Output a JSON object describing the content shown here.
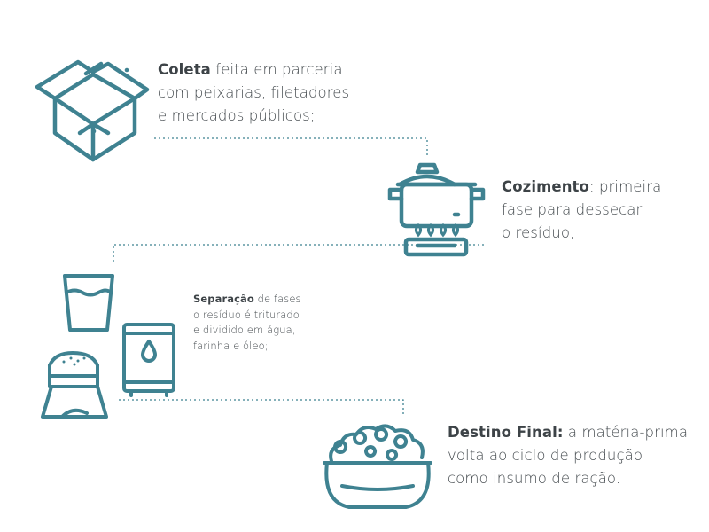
{
  "colors": {
    "icon": "#3f8291",
    "text": "#444a4e"
  },
  "steps": [
    {
      "icon": "box-icon",
      "title": "Coleta",
      "lines": [
        "feita em parceria",
        "com peixarias, filetadores",
        "e mercados públicos;"
      ]
    },
    {
      "icon": "cooking-pot-icon",
      "title": "Cozimento",
      "lines": [
        ": primeira",
        "fase para dessecar",
        "o resíduo;"
      ]
    },
    {
      "icon": "separation-icons",
      "title": "Separação",
      "lines": [
        "de fases",
        "o resíduo é triturado",
        "e dividido em água,",
        "farinha e óleo;"
      ]
    },
    {
      "icon": "food-bowl-icon",
      "title": "Destino Final:",
      "lines": [
        "a matéria-prima",
        "volta ao ciclo de produção",
        "como insumo de ração."
      ]
    }
  ]
}
